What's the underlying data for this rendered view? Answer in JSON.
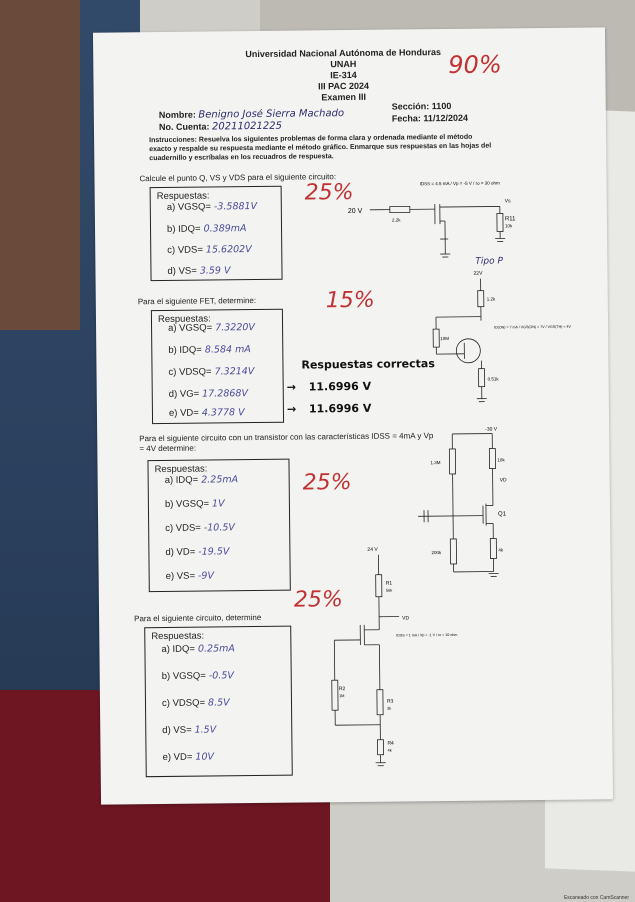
{
  "header": {
    "university": "Universidad Nacional Autónoma de Honduras",
    "acronym": "UNAH",
    "course": "IE-314",
    "period": "III PAC 2024",
    "exam": "Examen III",
    "grade_mark": "90%"
  },
  "student": {
    "name_label": "Nombre:",
    "name_value": "Benigno José Sierra Machado",
    "account_label": "No. Cuenta:",
    "account_value": "20211021225",
    "section_label": "Sección: 1100",
    "date_label": "Fecha: 11/12/2024"
  },
  "instructions": "Instrucciones: Resuelva los siguientes problemas de forma clara y ordenada mediante el método exacto y respalde su respuesta mediante el método gráfico. Enmarque sus respuestas en las hojas del cuadernillo y escríbalas en los recuadros de respuesta.",
  "problem1": {
    "prompt": "Calcule el punto Q, VS y VDS para el siguiente circuito:",
    "score": "25%",
    "box_title": "Respuestas:",
    "answers": [
      {
        "label": "a) VGSQ=",
        "value": "-3.5881V"
      },
      {
        "label": "b) IDQ=",
        "value": "0.389mA"
      },
      {
        "label": "c) VDS=",
        "value": "15.6202V"
      },
      {
        "label": "d) VS=",
        "value": "3.59 V"
      }
    ],
    "circuit": {
      "supply": "20 V",
      "params": "IDSS = 4.5 mA / Vp = -5 V / ro = 30 ohm",
      "r_gate": "2.2k",
      "r11": "R11",
      "r11_val": "10k",
      "vs": "Vs",
      "note": "Tipo P"
    }
  },
  "problem2": {
    "prompt": "Para el siguiente FET, determine:",
    "score": "15%",
    "box_title": "Respuestas:",
    "answers": [
      {
        "label": "a) VGSQ=",
        "value": "7.3220V"
      },
      {
        "label": "b) IDQ=",
        "value": "8.584 mA"
      },
      {
        "label": "c) VDSQ=",
        "value": "7.3214V"
      },
      {
        "label": "d) VG=",
        "value": "17.2868V"
      },
      {
        "label": "e) VD=",
        "value": "4.3778 V"
      }
    ],
    "correct_title": "Respuestas correctas",
    "correct_values": [
      "11.6996 V",
      "11.6996 V"
    ],
    "circuit": {
      "supply": "22V",
      "r_top": "1.2k",
      "r_gate": "10M",
      "r_src": "0.51k",
      "params": "ID(ON) = 7 mA / VGS(ON) = 7V / VGS(TH) = 4V"
    }
  },
  "problem3": {
    "prompt": "Para el siguiente circuito con un transistor con las características IDSS = 4mA y Vp = 4V determine:",
    "score": "25%",
    "box_title": "Respuestas:",
    "answers": [
      {
        "label": "a) IDQ=",
        "value": "2.25mA"
      },
      {
        "label": "b) VGSQ=",
        "value": "1V"
      },
      {
        "label": "c) VDS=",
        "value": "-10.5V"
      },
      {
        "label": "d) VD=",
        "value": "-19.5V"
      },
      {
        "label": "e) VS=",
        "value": "-9V"
      }
    ],
    "circuit": {
      "supply": "-30 V",
      "r1": "1.3M",
      "r2": "18k",
      "r3": "200k",
      "r4": "4k",
      "vd": "VD",
      "q": "Q1"
    }
  },
  "problem4": {
    "prompt": "Para el siguiente circuito, determine",
    "score": "25%",
    "box_title": "Respuestas:",
    "answers": [
      {
        "label": "a) IDQ=",
        "value": "0.25mA"
      },
      {
        "label": "b) VGSQ=",
        "value": "-0.5V"
      },
      {
        "label": "c) VDSQ=",
        "value": "8.5V"
      },
      {
        "label": "d) VS=",
        "value": "1.5V"
      },
      {
        "label": "e) VD=",
        "value": "10V"
      }
    ],
    "circuit": {
      "supply": "24 V",
      "r1": "R1",
      "r1_val": "56k",
      "r2": "R2",
      "r2_val": "1M",
      "r3": "R3",
      "r3_val": "2k",
      "r4": "R4",
      "r4_val": "4k",
      "vd": "VD",
      "params": "IDSS = 1 mA / Vp = -1 V / ro = 10 ohm"
    }
  },
  "footer": "Escaneado con CamScanner"
}
